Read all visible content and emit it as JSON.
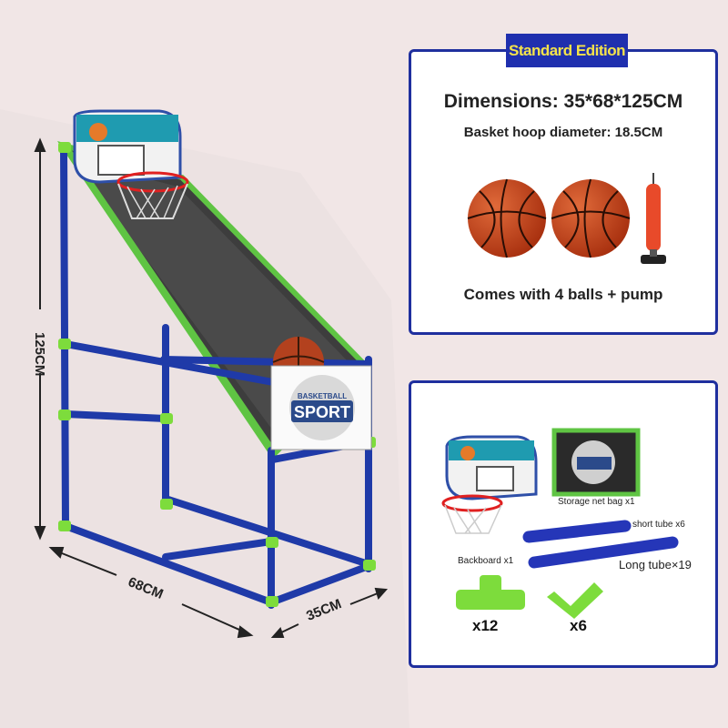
{
  "edition_badge": "Standard Edition",
  "specs": {
    "dimensions": "Dimensions: 35*68*125CM",
    "hoop_diameter": "Basket hoop diameter: 18.5CM",
    "balls_caption": "Comes with 4 balls + pump"
  },
  "measurements": {
    "height": "125CM",
    "width": "68CM",
    "depth": "35CM"
  },
  "product_sign": {
    "top": "BASKETBALL",
    "main": "SPORT"
  },
  "parts": {
    "storage_bag": "Storage net bag x1",
    "short_tube": "short tube x6",
    "backboard": "Backboard x1",
    "long_tube": "Long tube×19",
    "tee_count": "x12",
    "elbow_count": "x6"
  },
  "colors": {
    "frame_blue": "#1f3aa8",
    "joint_green": "#7ddc3c",
    "panel_border": "#1f2f9e",
    "badge_text": "#f5e34a",
    "ball_orange": "#c8411f"
  }
}
